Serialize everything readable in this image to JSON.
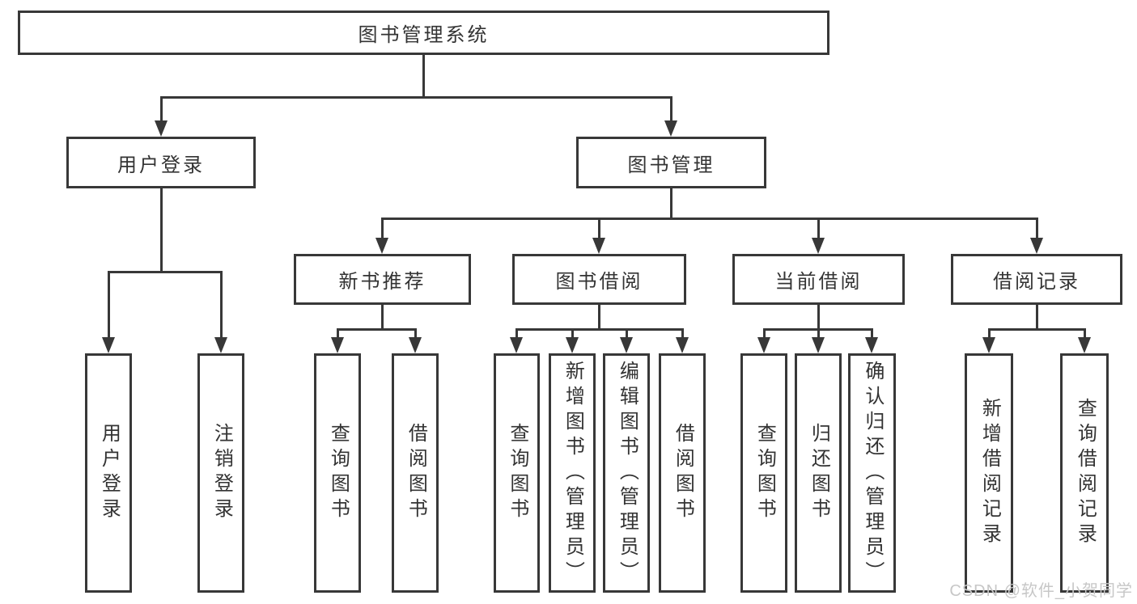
{
  "diagram_title": "图书管理系统",
  "tree": {
    "id": "root",
    "label": "图书管理系统",
    "children": [
      {
        "id": "user-login",
        "label": "用户登录",
        "children": [
          {
            "id": "leaf-user-login",
            "label": "用户登录"
          },
          {
            "id": "leaf-logout",
            "label": "注销登录"
          }
        ]
      },
      {
        "id": "book-mgmt",
        "label": "图书管理",
        "children": [
          {
            "id": "new-book-rec",
            "label": "新书推荐",
            "children": [
              {
                "id": "nbr-query",
                "label": "查询图书"
              },
              {
                "id": "nbr-borrow",
                "label": "借阅图书"
              }
            ]
          },
          {
            "id": "book-borrow",
            "label": "图书借阅",
            "children": [
              {
                "id": "bb-query",
                "label": "查询图书"
              },
              {
                "id": "bb-add",
                "label": "新增图书（管理员）"
              },
              {
                "id": "bb-edit",
                "label": "编辑图书（管理员）"
              },
              {
                "id": "bb-borrow",
                "label": "借阅图书"
              }
            ]
          },
          {
            "id": "current-borrow",
            "label": "当前借阅",
            "children": [
              {
                "id": "cb-query",
                "label": "查询图书"
              },
              {
                "id": "cb-return",
                "label": "归还图书"
              },
              {
                "id": "cb-confirm",
                "label": "确认归还（管理员）"
              }
            ]
          },
          {
            "id": "borrow-records",
            "label": "借阅记录",
            "children": [
              {
                "id": "br-add",
                "label": "新增借阅记录"
              },
              {
                "id": "br-query",
                "label": "查询借阅记录"
              }
            ]
          }
        ]
      }
    ]
  },
  "watermark": {
    "text": "CSDN @软件_小贺同学"
  },
  "colors": {
    "line": "#383838",
    "box_border": "#383838",
    "box_fill": "#ffffff",
    "text": "#333333",
    "watermark": "#c7c7c7"
  }
}
